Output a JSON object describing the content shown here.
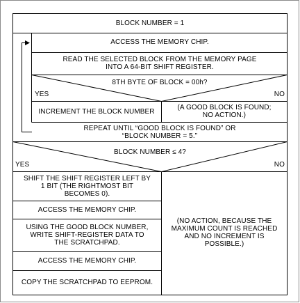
{
  "chart": {
    "block_init": "BLOCK NUMBER = 1",
    "loop": {
      "access_chip": "ACCESS THE MEMORY CHIP.",
      "read_block": [
        "READ THE SELECTED BLOCK FROM THE MEMORY PAGE",
        "INTO A 64-BIT SHIFT REGISTER."
      ],
      "decision": {
        "question": "8TH BYTE OF BLOCK = 00h?",
        "yes": "YES",
        "no": "NO"
      },
      "yes_action": "INCREMENT THE BLOCK NUMBER",
      "no_action": [
        "(A GOOD BLOCK IS FOUND;",
        "NO ACTION.)"
      ],
      "repeat": [
        "REPEAT UNTIL “GOOD BLOCK IS FOUND” OR",
        "“BLOCK NUMBER = 5.”"
      ]
    },
    "decision2": {
      "question": "BLOCK NUMBER ≤ 4?",
      "yes": "YES",
      "no": "NO"
    },
    "yes_steps": [
      [
        "SHIFT THE SHIFT REGISTER LEFT BY",
        "1 BIT (THE RIGHTMOST BIT",
        "BECOMES 0)."
      ],
      [
        "ACCESS THE MEMORY CHIP."
      ],
      [
        "USING THE GOOD BLOCK NUMBER,",
        "WRITE SHIFT-REGISTER DATA TO",
        "THE SCRATCHPAD."
      ],
      [
        "ACCESS THE MEMORY CHIP."
      ],
      [
        "COPY THE SCRATCHPAD TO EEPROM."
      ]
    ],
    "no_branch": [
      "(NO ACTION, BECAUSE THE",
      "MAXIMUM COUNT IS REACHED",
      "AND NO INCREMENT IS",
      "POSSIBLE.)"
    ]
  }
}
